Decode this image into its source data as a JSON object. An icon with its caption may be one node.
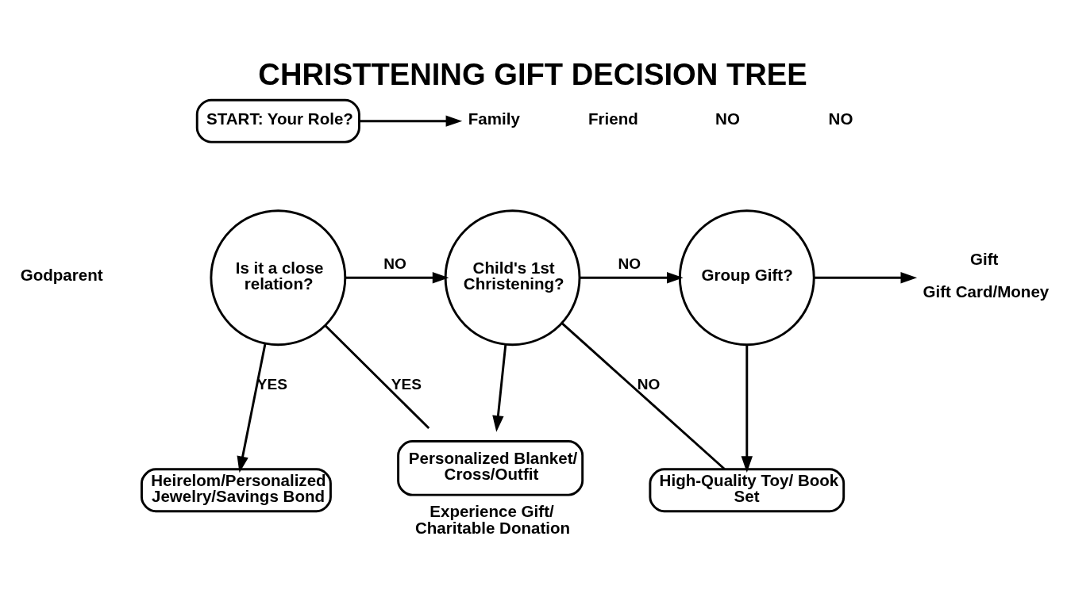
{
  "diagram": {
    "title": "CHRISTTENING GIFT DECISION TREE",
    "nodes": [
      {
        "text": [
          "START: Your Role?"
        ]
      },
      {
        "text": [
          "Family"
        ]
      },
      {
        "text": [
          "Is it a close relation?"
        ]
      },
      {
        "text": [
          "Heirelom/Personalized Jewelry/Savings Bond"
        ]
      },
      {
        "text": [
          "Child's 1st Christening?"
        ]
      },
      {
        "text": [
          "Personalized Blanket/ Cross/Outfit"
        ],
        "beside": [
          "Experience Gift/ Charitable Donation"
        ]
      },
      {
        "text": [
          "Group Gift?"
        ]
      },
      {
        "text": [
          "High-Quality Toy/ Book Set"
        ]
      },
      {
        "text": [
          "Gift"
        ],
        "beside": [
          "Gift Card/Money"
        ]
      }
    ],
    "edges": [
      {
        "from": 0,
        "to": 1,
        "arrow": "to"
      },
      {
        "from": 2,
        "to": 3,
        "arrow": "to",
        "label": "YES"
      },
      {
        "from": 2,
        "to": 4,
        "arrow": "to",
        "label": "NO"
      },
      {
        "from": 2,
        "to": 5,
        "arrow": "none",
        "label": "YES"
      },
      {
        "from": 4,
        "to": 5,
        "arrow": "to"
      },
      {
        "from": 4,
        "to": 6,
        "arrow": "to",
        "label": "NO"
      },
      {
        "from": 4,
        "to": 7,
        "arrow": "none",
        "label": "NO"
      },
      {
        "from": 6,
        "to": 7,
        "arrow": "to"
      },
      {
        "from": 6,
        "to": 8,
        "arrow": "to"
      }
    ],
    "labels": [
      "Friend",
      "Godparent",
      "NO",
      "NO"
    ]
  }
}
